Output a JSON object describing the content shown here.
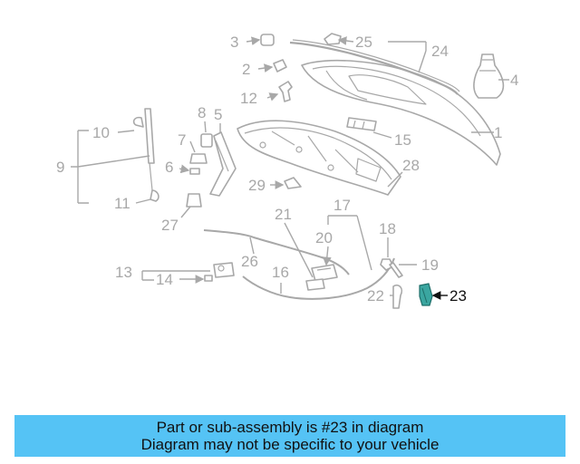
{
  "diagram": {
    "callouts": [
      "1",
      "2",
      "3",
      "4",
      "5",
      "6",
      "7",
      "8",
      "9",
      "10",
      "11",
      "12",
      "13",
      "14",
      "15",
      "16",
      "17",
      "18",
      "19",
      "20",
      "21",
      "22",
      "23",
      "24",
      "25",
      "26",
      "27",
      "28",
      "29"
    ],
    "highlighted_part": "23",
    "colors": {
      "line": "#a8a8a8",
      "highlight_part": "#3aa6a0",
      "highlight_label": "#111111",
      "banner": "#55c3f5"
    }
  },
  "banner": {
    "line1": "Part or sub-assembly is #23 in diagram",
    "line2": "Diagram may not be specific to your vehicle"
  }
}
